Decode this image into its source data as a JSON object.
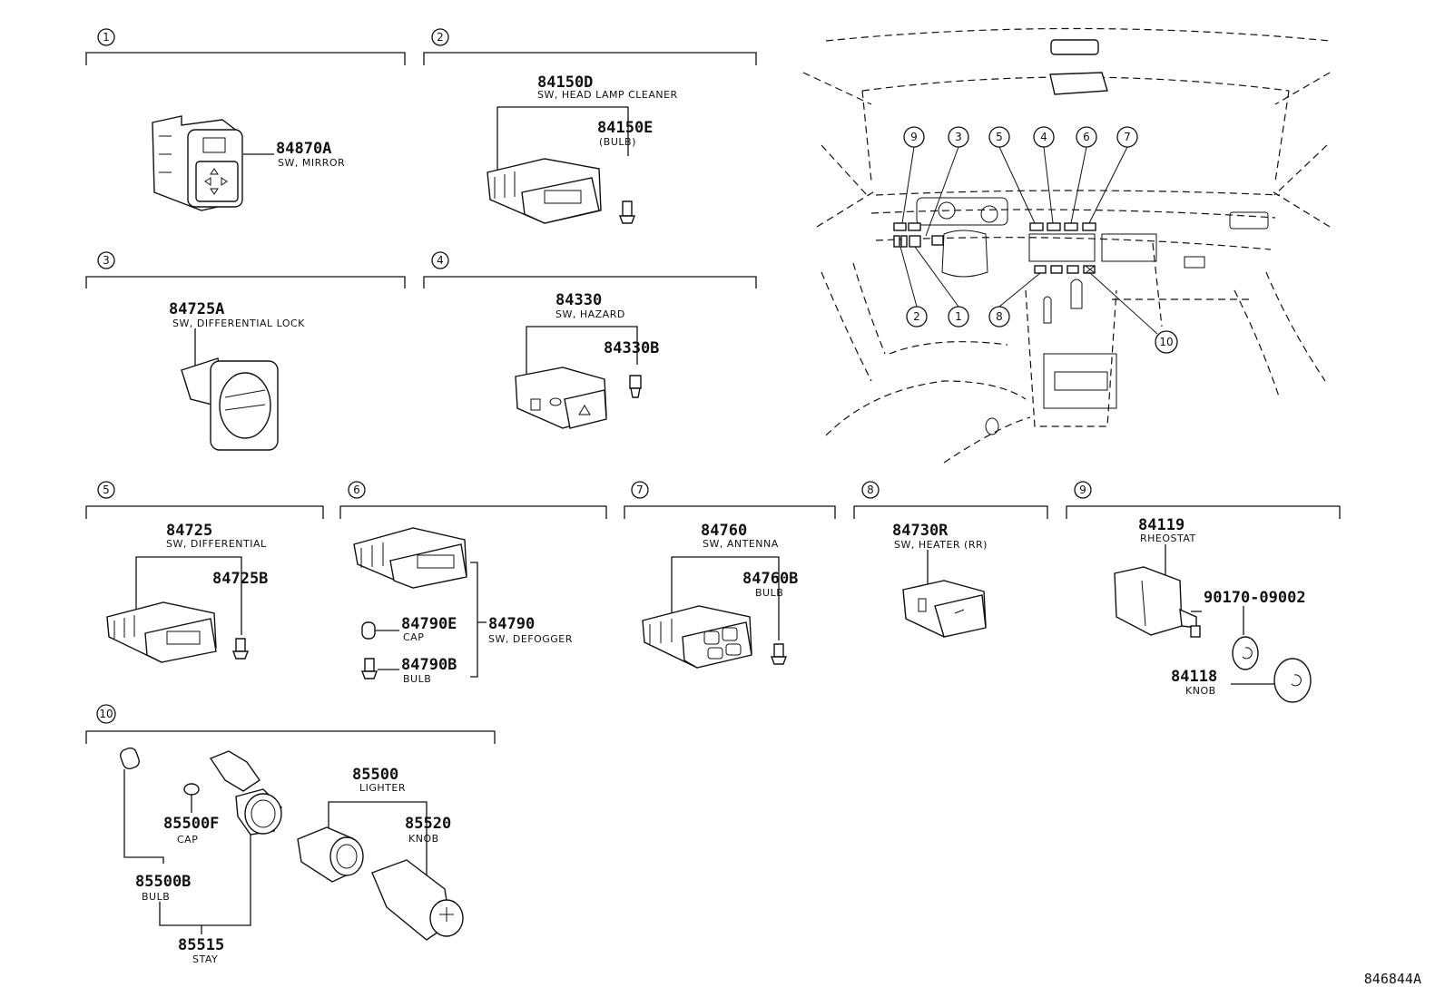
{
  "sections": [
    {
      "num": "1",
      "parts": [
        {
          "pn": "84870A",
          "name": "SW, MIRROR"
        }
      ]
    },
    {
      "num": "2",
      "parts": [
        {
          "pn": "84150D",
          "name": "SW, HEAD LAMP CLEANER"
        },
        {
          "pn": "84150E",
          "name": "(BULB)"
        }
      ]
    },
    {
      "num": "3",
      "parts": [
        {
          "pn": "84725A",
          "name": "SW, DIFFERENTIAL LOCK"
        }
      ]
    },
    {
      "num": "4",
      "parts": [
        {
          "pn": "84330",
          "name": "SW, HAZARD"
        },
        {
          "pn": "84330B",
          "name": ""
        }
      ]
    },
    {
      "num": "5",
      "parts": [
        {
          "pn": "84725",
          "name": "SW, DIFFERENTIAL"
        },
        {
          "pn": "84725B",
          "name": ""
        }
      ]
    },
    {
      "num": "6",
      "parts": [
        {
          "pn": "84790E",
          "name": "CAP"
        },
        {
          "pn": "84790B",
          "name": "BULB"
        },
        {
          "pn": "84790",
          "name": "SW, DEFOGGER"
        }
      ]
    },
    {
      "num": "7",
      "parts": [
        {
          "pn": "84760",
          "name": "SW, ANTENNA"
        },
        {
          "pn": "84760B",
          "name": "BULB"
        }
      ]
    },
    {
      "num": "8",
      "parts": [
        {
          "pn": "84730R",
          "name": "SW, HEATER (RR)"
        }
      ]
    },
    {
      "num": "9",
      "parts": [
        {
          "pn": "84119",
          "name": "RHEOSTAT"
        },
        {
          "pn": "90170-09002",
          "name": ""
        },
        {
          "pn": "84118",
          "name": "KNOB"
        }
      ]
    },
    {
      "num": "10",
      "parts": [
        {
          "pn": "85500F",
          "name": "CAP"
        },
        {
          "pn": "85500B",
          "name": "BULB"
        },
        {
          "pn": "85515",
          "name": "STAY"
        },
        {
          "pn": "85500",
          "name": "LIGHTER"
        },
        {
          "pn": "85520",
          "name": "KNOB"
        }
      ]
    }
  ],
  "overview_callouts": {
    "top": [
      "9",
      "3",
      "5",
      "4",
      "6",
      "7"
    ],
    "bottom": [
      "2",
      "1",
      "8",
      "10"
    ]
  },
  "footer": {
    "drawing_number": "846844A"
  }
}
